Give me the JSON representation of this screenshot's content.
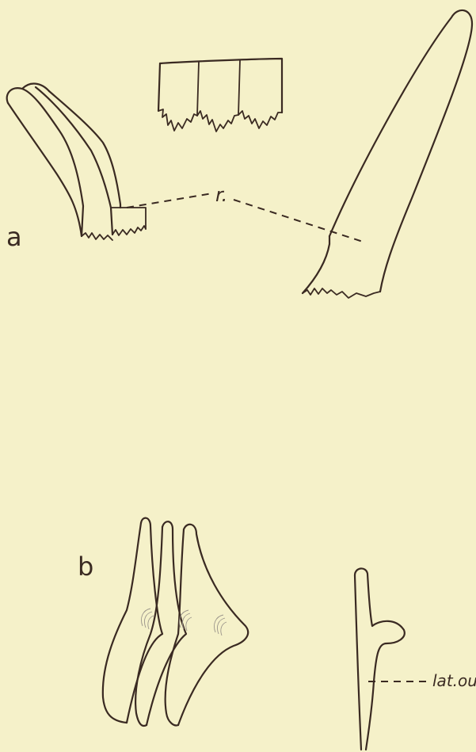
{
  "figure": {
    "panel_a_label": "a",
    "panel_b_label": "b",
    "label_r": "r.",
    "label_lat_ou": "lat.ou."
  }
}
